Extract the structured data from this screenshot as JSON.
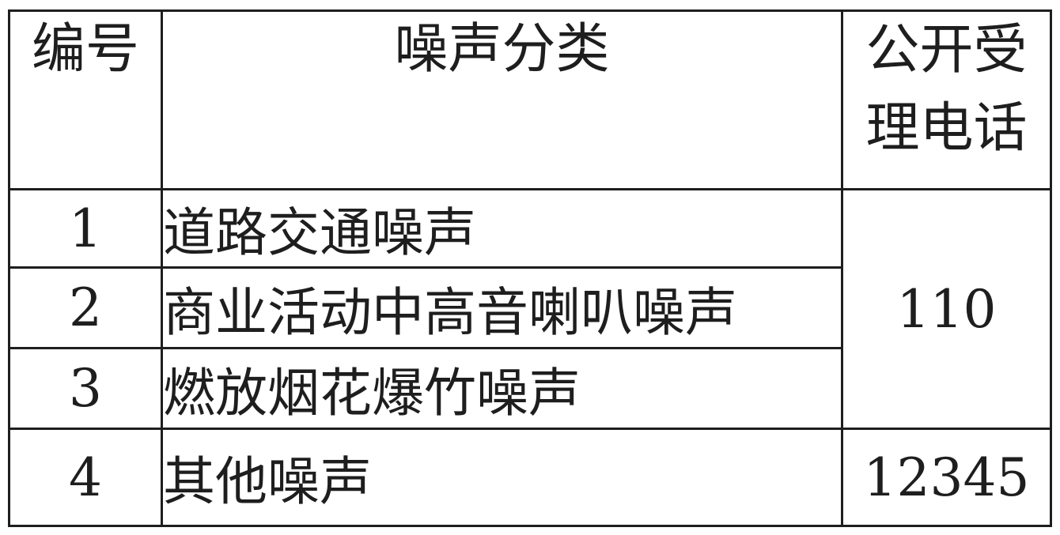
{
  "headers": {
    "number": "编号",
    "category": "噪声分类",
    "phone_line1": "公开受",
    "phone_line2": "理电话"
  },
  "rows": [
    {
      "number": "1",
      "category": "道路交通噪声"
    },
    {
      "number": "2",
      "category": "商业活动中高音喇叭噪声"
    },
    {
      "number": "3",
      "category": "燃放烟花爆竹噪声"
    },
    {
      "number": "4",
      "category": "其他噪声"
    }
  ],
  "phones": {
    "rows_1_to_3": "110",
    "row_4": "12345"
  }
}
